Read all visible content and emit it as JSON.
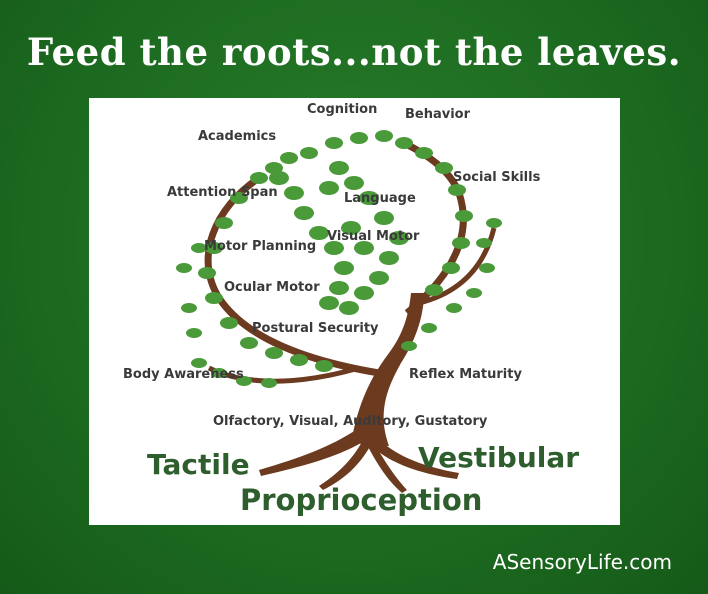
{
  "headline": "Feed the roots...not the leaves.",
  "labels": {
    "cognition": "Cognition",
    "behavior": "Behavior",
    "academics": "Academics",
    "social_skills": "Social Skills",
    "attention_span": "Attention Span",
    "language": "Language",
    "visual_motor": "Visual Motor",
    "motor_planning": "Motor Planning",
    "ocular_motor": "Ocular Motor",
    "postural_security": "Postural Security",
    "body_awareness": "Body Awareness",
    "reflex_maturity": "Reflex Maturity",
    "senses": "Olfactory, Visual, Auditory, Gustatory"
  },
  "roots": {
    "tactile": "Tactile",
    "vestibular": "Vestibular",
    "proprioception": "Proprioception"
  },
  "credit": "ASensoryLife.com",
  "colors": {
    "background": "#1e6e22",
    "trunk": "#6b3a1f",
    "leaf": "#4a9a3a",
    "root_text": "#2e5e2e"
  }
}
